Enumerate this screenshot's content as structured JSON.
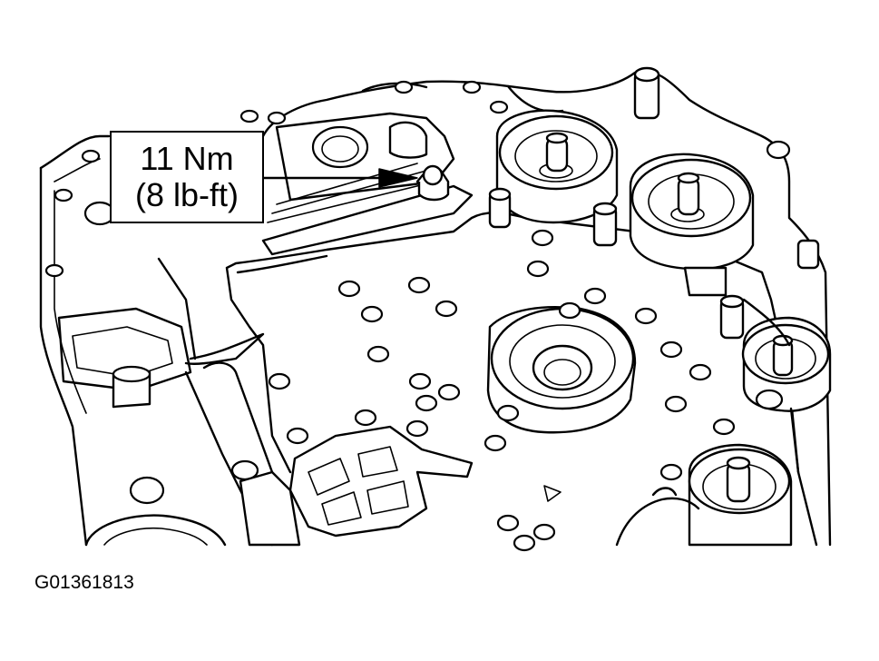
{
  "callout": {
    "torque_metric": "11 Nm",
    "torque_imperial": "(8 lb-ft)"
  },
  "figure": {
    "id": "G01361813"
  },
  "colors": {
    "ink": "#000000",
    "paper": "#ffffff"
  },
  "icons": [
    "arrow-pointer-icon",
    "bolt-icon"
  ]
}
